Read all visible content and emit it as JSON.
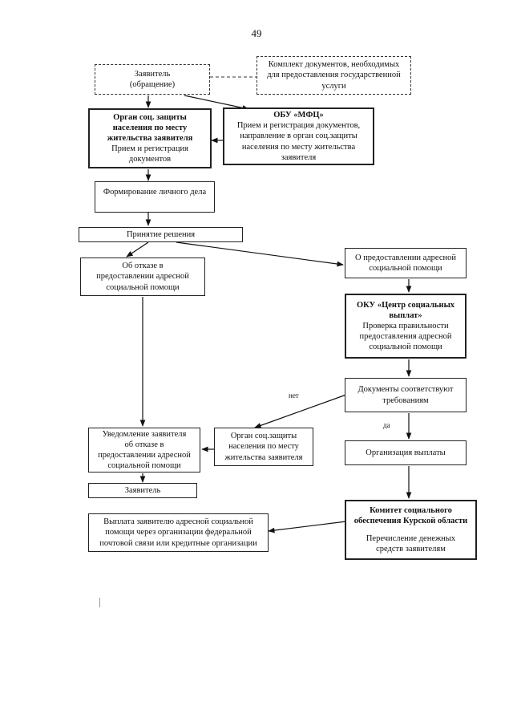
{
  "page_number": "49",
  "nodes": {
    "applicant": {
      "line1": "Заявитель",
      "line2": "(обращение)"
    },
    "docs": {
      "line1": "Комплект документов, необходимых",
      "line2": "для предоставления государственной",
      "line3": "услуги"
    },
    "soc_org": {
      "title1": "Орган соц. защиты",
      "title2": "населения по месту",
      "title3": "жительства заявителя",
      "body1": "Прием и регистрация",
      "body2": "документов"
    },
    "mfc": {
      "title": "ОБУ «МФЦ»",
      "body1": "Прием и регистрация документов,",
      "body2": "направление в орган соц.защиты",
      "body3": "населения по месту жительства",
      "body4": "заявителя"
    },
    "personal_file": {
      "text": "Формирование личного дела"
    },
    "decision": {
      "text": "Принятие решения"
    },
    "refusal": {
      "line1": "Об отказе в",
      "line2": "предоставлении адресной",
      "line3": "социальной помощи"
    },
    "grant": {
      "line1": "О предоставлении адресной",
      "line2": "социальной помощи"
    },
    "payments_center": {
      "title1": "ОКУ «Центр социальных",
      "title2": "выплат»",
      "body1": "Проверка правильности",
      "body2": "предоставления адресной",
      "body3": "социальной помощи"
    },
    "docs_ok": {
      "line1": "Документы соответствуют",
      "line2": "требованиям"
    },
    "notify": {
      "line1": "Уведомление заявителя",
      "line2": "об отказе в",
      "line3": "предоставлении адресной",
      "line4": "социальной помощи"
    },
    "soc_org2": {
      "line1": "Орган соц.защиты",
      "line2": "населения по месту",
      "line3": "жительства заявителя"
    },
    "org_payment": {
      "text": "Организация выплаты"
    },
    "applicant2": {
      "text": "Заявитель"
    },
    "committee": {
      "title1": "Комитет социального",
      "title2": "обеспечения Курской области",
      "body1": "Перечисление денежных",
      "body2": "средств заявителям"
    },
    "payout": {
      "line1": "Выплата заявителю адресной социальной",
      "line2": "помощи через организации федеральной",
      "line3": "почтовой связи или кредитные организации"
    }
  },
  "labels": {
    "no": "нет",
    "yes": "да"
  }
}
